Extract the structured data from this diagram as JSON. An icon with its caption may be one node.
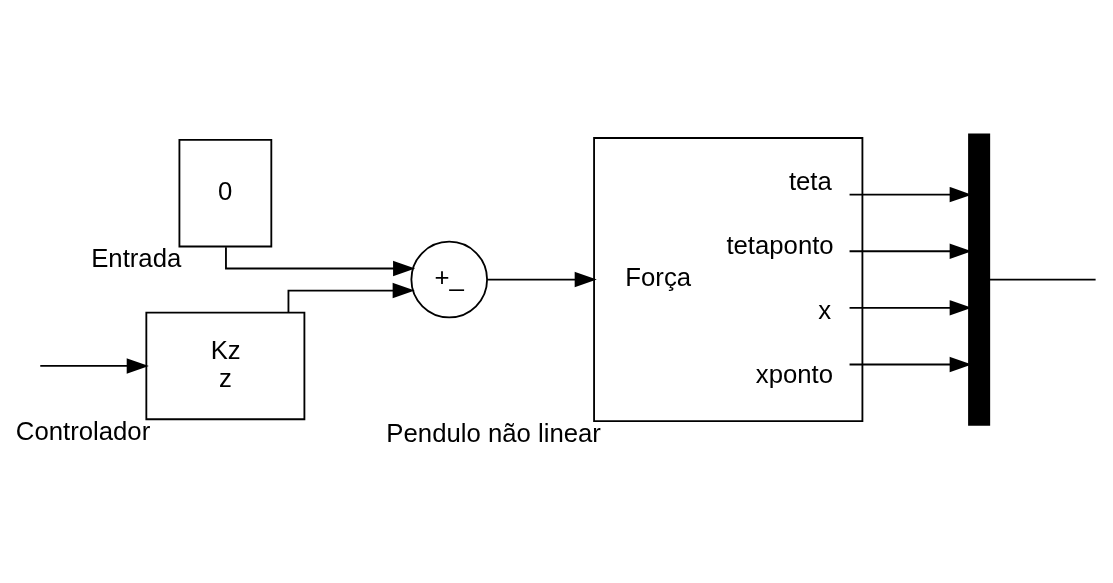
{
  "diagram": {
    "nodes": [
      {
        "text": [
          "0"
        ],
        "beside": [
          "Entrada"
        ]
      },
      {
        "text": [
          "+_"
        ]
      },
      {
        "text": [
          "Força",
          "teta",
          "tetaponto",
          "x",
          "xponto"
        ],
        "beside": [
          "Pendulo não linear"
        ]
      },
      {
        "text": [],
        "shape": "bar"
      },
      {
        "text": [
          "Kz",
          "z"
        ],
        "beside": [
          "Controlador"
        ]
      }
    ],
    "edges": [
      {
        "from": 0,
        "to": 1,
        "arrow": "to"
      },
      {
        "from": 1,
        "to": 2,
        "arrow": "to"
      },
      {
        "from": 2,
        "to": 3,
        "arrow": "to"
      },
      {
        "from": 2,
        "to": 3,
        "arrow": "to"
      },
      {
        "from": 2,
        "to": 3,
        "arrow": "to"
      },
      {
        "from": 2,
        "to": 3,
        "arrow": "to"
      },
      {
        "from": 3,
        "to": null,
        "arrow": "none"
      },
      {
        "from": null,
        "to": 4,
        "arrow": "to"
      },
      {
        "from": 4,
        "to": 1,
        "arrow": "to"
      }
    ]
  }
}
